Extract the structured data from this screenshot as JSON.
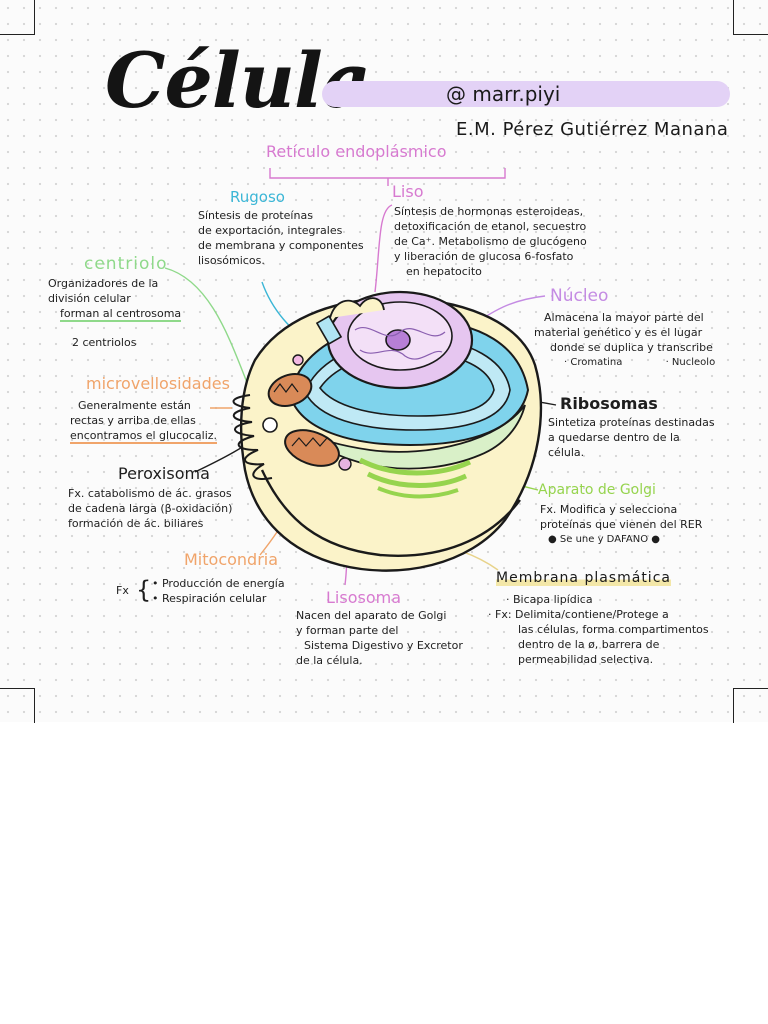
{
  "title": "Célula",
  "handle": "@ marr.piyi",
  "author": "E.M. Pérez  Gutiérrez  Manana",
  "reticulo": {
    "heading": "Retículo endoplásmico",
    "rugoso": {
      "heading": "Rugoso",
      "lines": [
        "Síntesis de proteínas",
        "de exportación, integrales",
        "de membrana y componentes",
        "lisosómicos."
      ]
    },
    "liso": {
      "heading": "Liso",
      "lines": [
        "Síntesis de hormonas esteroideas,",
        "detoxificación de etanol, secuestro",
        "de Ca⁺. Metabolismo de glucógeno",
        "y liberación de glucosa 6-fosfato",
        "en hepatocito"
      ]
    }
  },
  "centriolo": {
    "heading": "centriolo",
    "lines": [
      "Organizadores de la",
      "división celular",
      "forman al centrosoma",
      "2 centriolos"
    ],
    "underline": "centrosoma"
  },
  "nucleo": {
    "heading": "Núcleo",
    "lines": [
      "Almacena la mayor parte del",
      "material genético y es el lugar",
      "donde se duplica y transcribe"
    ],
    "items": [
      "· Cromatina",
      "· Nucleolo"
    ]
  },
  "microvellosidades": {
    "heading": "microvellosidades",
    "lines": [
      "Generalmente están",
      "rectas y arriba de ellas",
      "encontramos el glucocaliz."
    ]
  },
  "ribosomas": {
    "heading": "Ribosomas",
    "lines": [
      "Sintetiza proteínas destinadas",
      "a quedarse dentro de la",
      "célula."
    ]
  },
  "peroxisoma": {
    "heading": "Peroxisoma",
    "lines": [
      "Fx. catabolismo de ác. grasos",
      "de cadena larga (β-oxidación)",
      "formación de ác. biliares"
    ]
  },
  "golgi": {
    "heading": "Aparato de Golgi",
    "lines": [
      "Fx. Modifica y selecciona",
      "proteínas que vienen del RER"
    ],
    "note": "● Se une y DAFANO ●"
  },
  "mitocondria": {
    "heading": "Mitocondria",
    "fx": "Fx",
    "items": [
      "• Producción de energía",
      "• Respiración celular"
    ]
  },
  "lisosoma": {
    "heading": "Lisosoma",
    "lines": [
      "Nacen del aparato de Golgi",
      "y forman parte del",
      "Sistema Digestivo y Excretor",
      "de la célula."
    ]
  },
  "membrana": {
    "heading": "Membrana plasmática",
    "lines": [
      "· Bicapa lipídica",
      "· Fx: Delimita/contiene/Protege a",
      "las células, forma compartimentos",
      "dentro de la ø, barrera de",
      "permeabilidad selectiva."
    ]
  },
  "colors": {
    "pink": "#d77ad0",
    "cyan": "#3bb6d6",
    "green": "#8fd98a",
    "orange": "#f0a46a",
    "purple": "#c48be3",
    "lime": "#96d44e",
    "handle_bar": "#e3d2f6",
    "cytoplasm": "#fbf3c9",
    "er": "#7fd3ec"
  }
}
